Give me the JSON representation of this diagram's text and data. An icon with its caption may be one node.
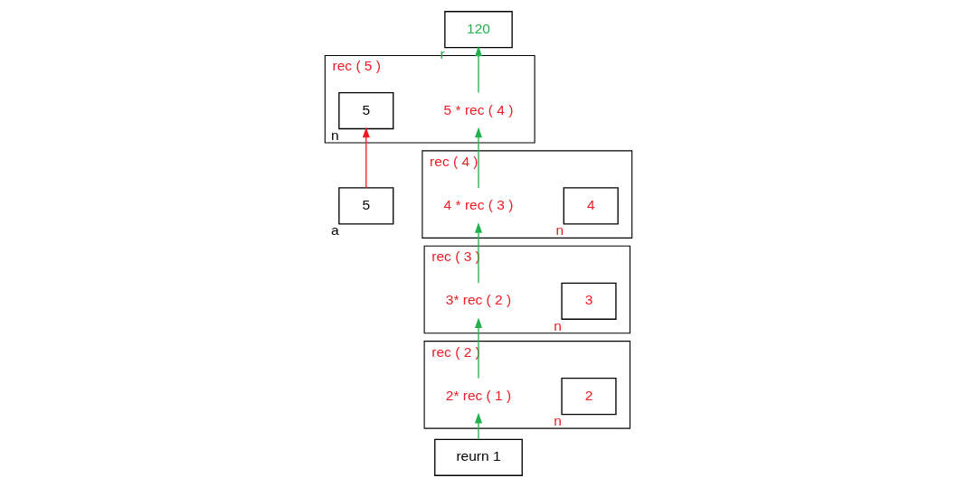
{
  "diagram": {
    "nodes": [
      {
        "text": [
          "5"
        ],
        "beside": [
          "a"
        ]
      },
      {
        "text": [
          "120"
        ],
        "beside": [
          "r"
        ]
      },
      {
        "text": [
          "rec ( 5 )"
        ]
      },
      {
        "text": [
          "5"
        ],
        "beside": [
          "n"
        ],
        "in": 2
      },
      {
        "text": [
          "5 * rec ( 4 )"
        ],
        "in": 2
      },
      {
        "text": [
          "rec ( 4 )"
        ]
      },
      {
        "text": [
          "4"
        ],
        "beside": [
          "n"
        ],
        "in": 5
      },
      {
        "text": [
          "4 * rec ( 3 )"
        ],
        "in": 5
      },
      {
        "text": [
          "rec ( 3 )"
        ]
      },
      {
        "text": [
          "3"
        ],
        "beside": [
          "n"
        ],
        "in": 8
      },
      {
        "text": [
          "3* rec ( 2 )"
        ],
        "in": 8
      },
      {
        "text": [
          "rec ( 2 )"
        ]
      },
      {
        "text": [
          "2"
        ],
        "beside": [
          "n"
        ],
        "in": 11
      },
      {
        "text": [
          "2* rec ( 1 )"
        ],
        "in": 11
      },
      {
        "text": [
          "reurn 1"
        ]
      }
    ],
    "edges": [
      {
        "from": 0,
        "to": 3,
        "arrow": "to",
        "color": "#ee1c24"
      },
      {
        "from": 4,
        "to": 1,
        "arrow": "to"
      },
      {
        "from": 7,
        "to": 4,
        "arrow": "to"
      },
      {
        "from": 10,
        "to": 7,
        "arrow": "to"
      },
      {
        "from": 13,
        "to": 10,
        "arrow": "to"
      },
      {
        "from": 14,
        "to": 13,
        "arrow": "to"
      }
    ]
  }
}
